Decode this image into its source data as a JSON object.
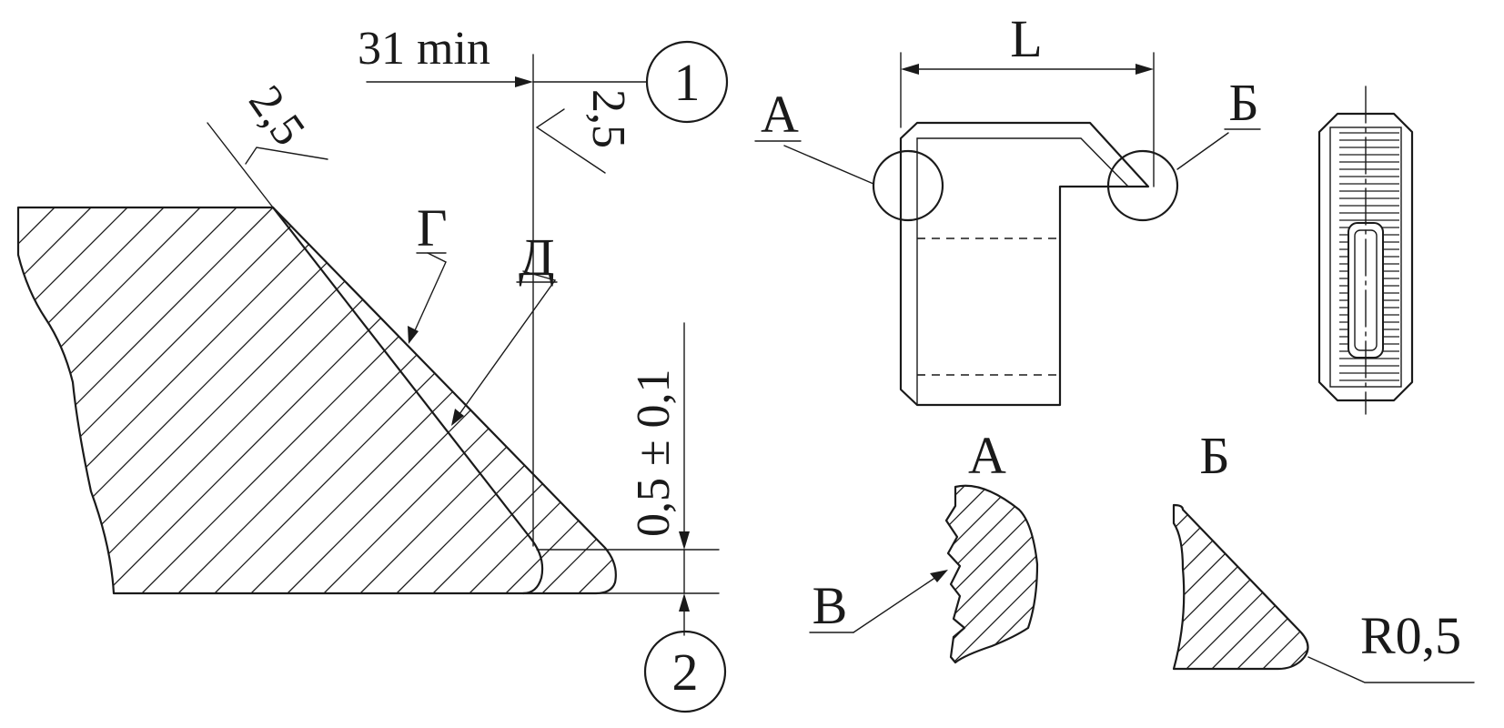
{
  "labels": {
    "dim_31min": "31 min",
    "rough_left": "2,5",
    "rough_right": "2,5",
    "callout_1": "1",
    "callout_2": "2",
    "label_G": "Г",
    "label_D": "Д",
    "dim_tolerance": "0,5 ± 0,1",
    "dim_L": "L",
    "label_A_top": "А",
    "label_B_top": "Б",
    "label_A_detail": "А",
    "label_B_detail": "Б",
    "label_V": "В",
    "radius": "R0,5"
  },
  "colors": {
    "ink": "#1a1a1a",
    "paper": "#ffffff"
  }
}
